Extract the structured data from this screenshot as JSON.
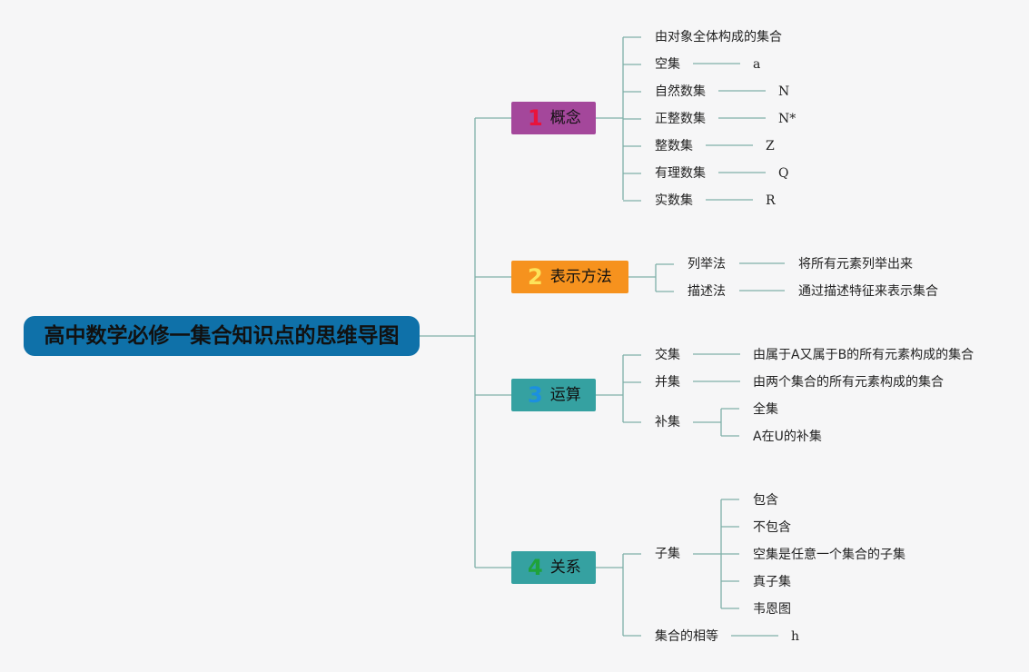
{
  "colors": {
    "root_bg": "#0f71a9",
    "branch1_bg": "#a4479b",
    "branch2_bg": "#f6921e",
    "branch3_bg": "#35a1a1",
    "branch4_bg": "#35a1a1",
    "line": "#7fb0a8"
  },
  "root": {
    "title": "高中数学必修一集合知识点的思维导图"
  },
  "branches": [
    {
      "num": "1",
      "num_color": "#e8133c",
      "label": "概念",
      "items": [
        {
          "label": "由对象全体构成的集合"
        },
        {
          "label": "空集",
          "value": "a"
        },
        {
          "label": "自然数集",
          "value": "N"
        },
        {
          "label": "正整数集",
          "value": "N*"
        },
        {
          "label": "整数集",
          "value": "Z"
        },
        {
          "label": "有理数集",
          "value": "Q"
        },
        {
          "label": "实数集",
          "value": "R"
        }
      ]
    },
    {
      "num": "2",
      "num_color": "#fde35a",
      "label": "表示方法",
      "items": [
        {
          "label": "列举法",
          "value": "将所有元素列举出来"
        },
        {
          "label": "描述法",
          "value": "通过描述特征来表示集合"
        }
      ]
    },
    {
      "num": "3",
      "num_color": "#1c8fe0",
      "label": "运算",
      "items": [
        {
          "label": "交集",
          "value": "由属于A又属于B的所有元素构成的集合"
        },
        {
          "label": "并集",
          "value": "由两个集合的所有元素构成的集合"
        },
        {
          "label": "补集",
          "children": [
            "全集",
            "A在U的补集"
          ]
        }
      ]
    },
    {
      "num": "4",
      "num_color": "#1fa23a",
      "label": "关系",
      "items": [
        {
          "label": "子集",
          "children": [
            "包含",
            "不包含",
            "空集是任意一个集合的子集",
            "真子集",
            "韦恩图"
          ]
        },
        {
          "label": "集合的相等",
          "value": "h"
        }
      ]
    }
  ]
}
